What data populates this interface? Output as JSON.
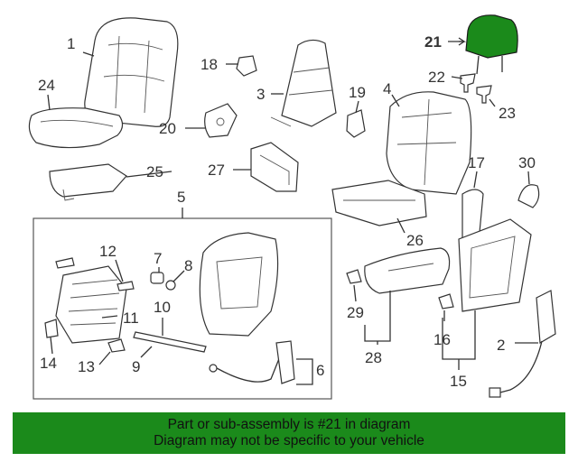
{
  "callouts": {
    "c1": "1",
    "c2": "2",
    "c3": "3",
    "c4": "4",
    "c5": "5",
    "c6": "6",
    "c7": "7",
    "c8": "8",
    "c9": "9",
    "c10": "10",
    "c11": "11",
    "c12": "12",
    "c13": "13",
    "c14": "14",
    "c15": "15",
    "c16": "16",
    "c17": "17",
    "c18": "18",
    "c19": "19",
    "c20": "20",
    "c21": "21",
    "c22": "22",
    "c23": "23",
    "c24": "24",
    "c25": "25",
    "c26": "26",
    "c27": "27",
    "c28": "28",
    "c29": "29",
    "c30": "30"
  },
  "highlight_color": "#1b8a1b",
  "footer": {
    "line1": "Part or sub-assembly is #21 in diagram",
    "line2": "Diagram may not be specific to your vehicle"
  }
}
